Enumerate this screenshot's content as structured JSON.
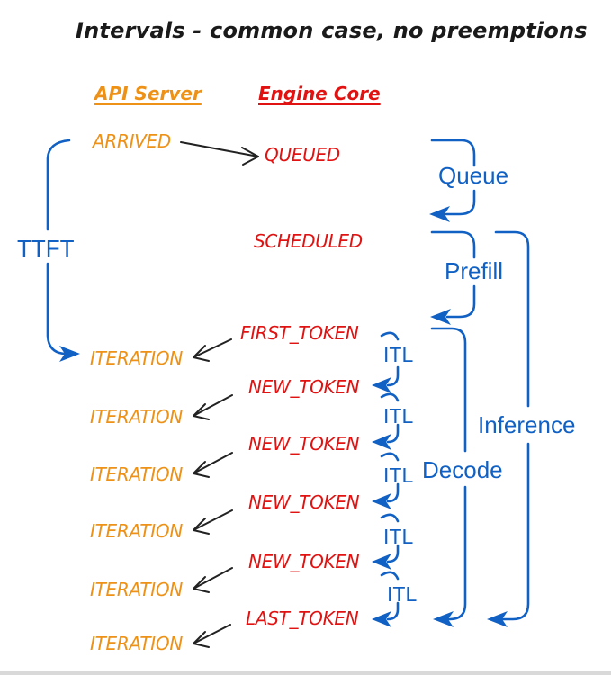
{
  "title": "Intervals - common case, no preemptions",
  "columns": {
    "api_server": "API Server",
    "engine_core": "Engine Core"
  },
  "events": {
    "arrived": "ARRIVED",
    "queued": "QUEUED",
    "scheduled": "SCHEDULED",
    "first_token": "FIRST_TOKEN",
    "new_token": "NEW_TOKEN",
    "last_token": "LAST_TOKEN",
    "iteration": "ITERATION"
  },
  "intervals": {
    "ttft": "TTFT",
    "queue": "Queue",
    "prefill": "Prefill",
    "decode": "Decode",
    "inference": "Inference",
    "itl": "ITL"
  },
  "colors": {
    "api_server": "#ED9117",
    "engine_core": "#E01312",
    "interval": "#1161C4",
    "arrow": "#222222"
  }
}
